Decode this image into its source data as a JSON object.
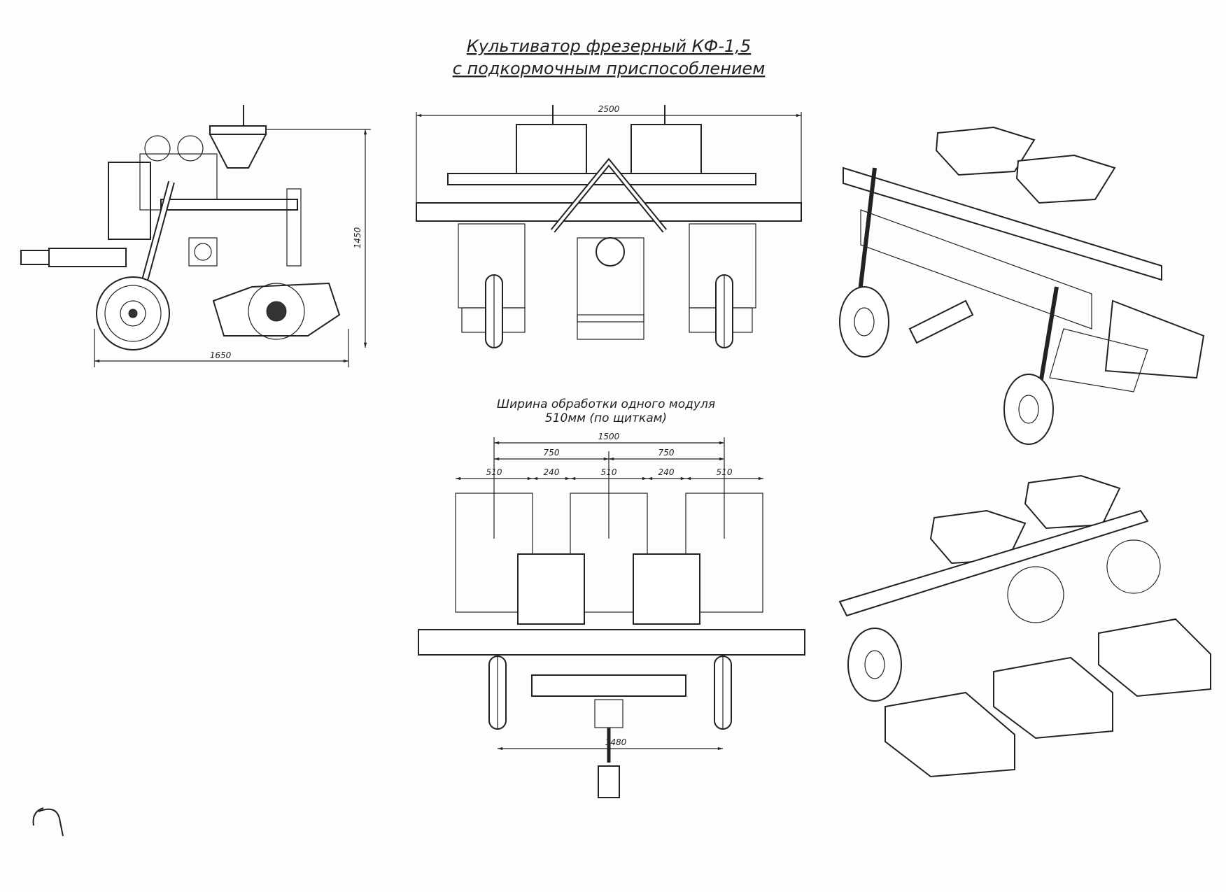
{
  "title": {
    "line1": "Культиватор фрезерный КФ-1,5",
    "line2": "с подкормочным приспособлением"
  },
  "side_view": {
    "width_dim": "1650",
    "height_dim": "1450"
  },
  "front_view": {
    "width_dim": "2500"
  },
  "caption": {
    "line1": "Ширина обработки одного модуля",
    "line2": "510мм (по щиткам)"
  },
  "top_view": {
    "overall": "1500",
    "half_left": "750",
    "half_right": "750",
    "module1": "510",
    "gap1": "240",
    "module2": "510",
    "gap2": "240",
    "module3": "510",
    "wheel_track": "1480"
  }
}
